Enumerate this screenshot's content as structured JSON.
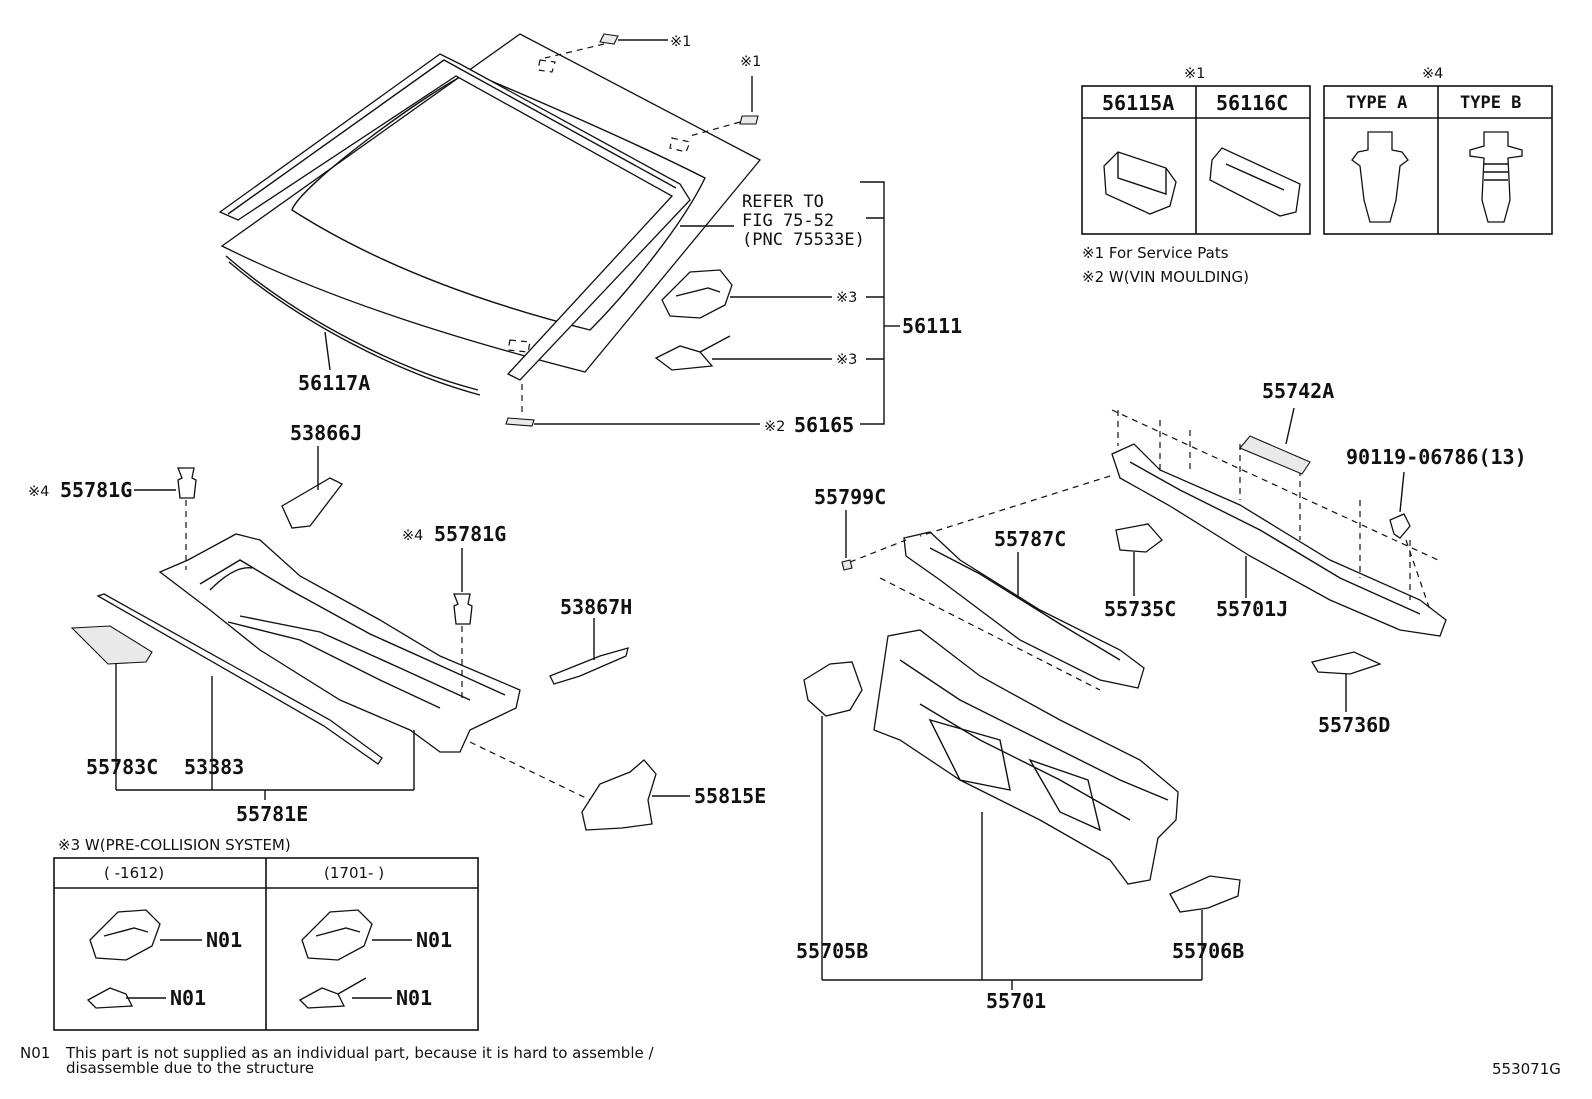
{
  "labels": {
    "p56117A": "56117A",
    "p53866J": "53866J",
    "p55781G_a": "55781G",
    "p55781G_b": "55781G",
    "p53867H": "53867H",
    "p55783C": "55783C",
    "p53383": "53383",
    "p55781E": "55781E",
    "p55815E": "55815E",
    "p56111": "56111",
    "p56165": "56165",
    "p55742A": "55742A",
    "p90119": "90119-06786(13)",
    "p55799C": "55799C",
    "p55787C": "55787C",
    "p55735C": "55735C",
    "p55701J": "55701J",
    "p55736D": "55736D",
    "p55705B": "55705B",
    "p55706B": "55706B",
    "p55701": "55701"
  },
  "marks": {
    "m1": "※1",
    "m2": "※2",
    "m3": "※3",
    "m4": "※4"
  },
  "refer": {
    "line1": "REFER TO",
    "line2": "FIG 75-52",
    "line3": "(PNC 75533E)"
  },
  "legend": {
    "table1_mark": "※1",
    "table1_col1": "56115A",
    "table1_col2": "56116C",
    "table2_mark": "※4",
    "table2_col1": "TYPE A",
    "table2_col2": "TYPE B",
    "note1": "※1 For Service Pats",
    "note2": "※2 W(VIN MOULDING)"
  },
  "pcs": {
    "title": "※3 W(PRE-COLLISION SYSTEM)",
    "col1": "(    -1612)",
    "col2": "(1701-    )",
    "n01": "N01"
  },
  "footnote": {
    "code": "N01",
    "line1": "This part is not supplied as an individual part, because it is hard to assemble /",
    "line2": "disassemble due to the structure"
  },
  "figure_id": "553071G"
}
